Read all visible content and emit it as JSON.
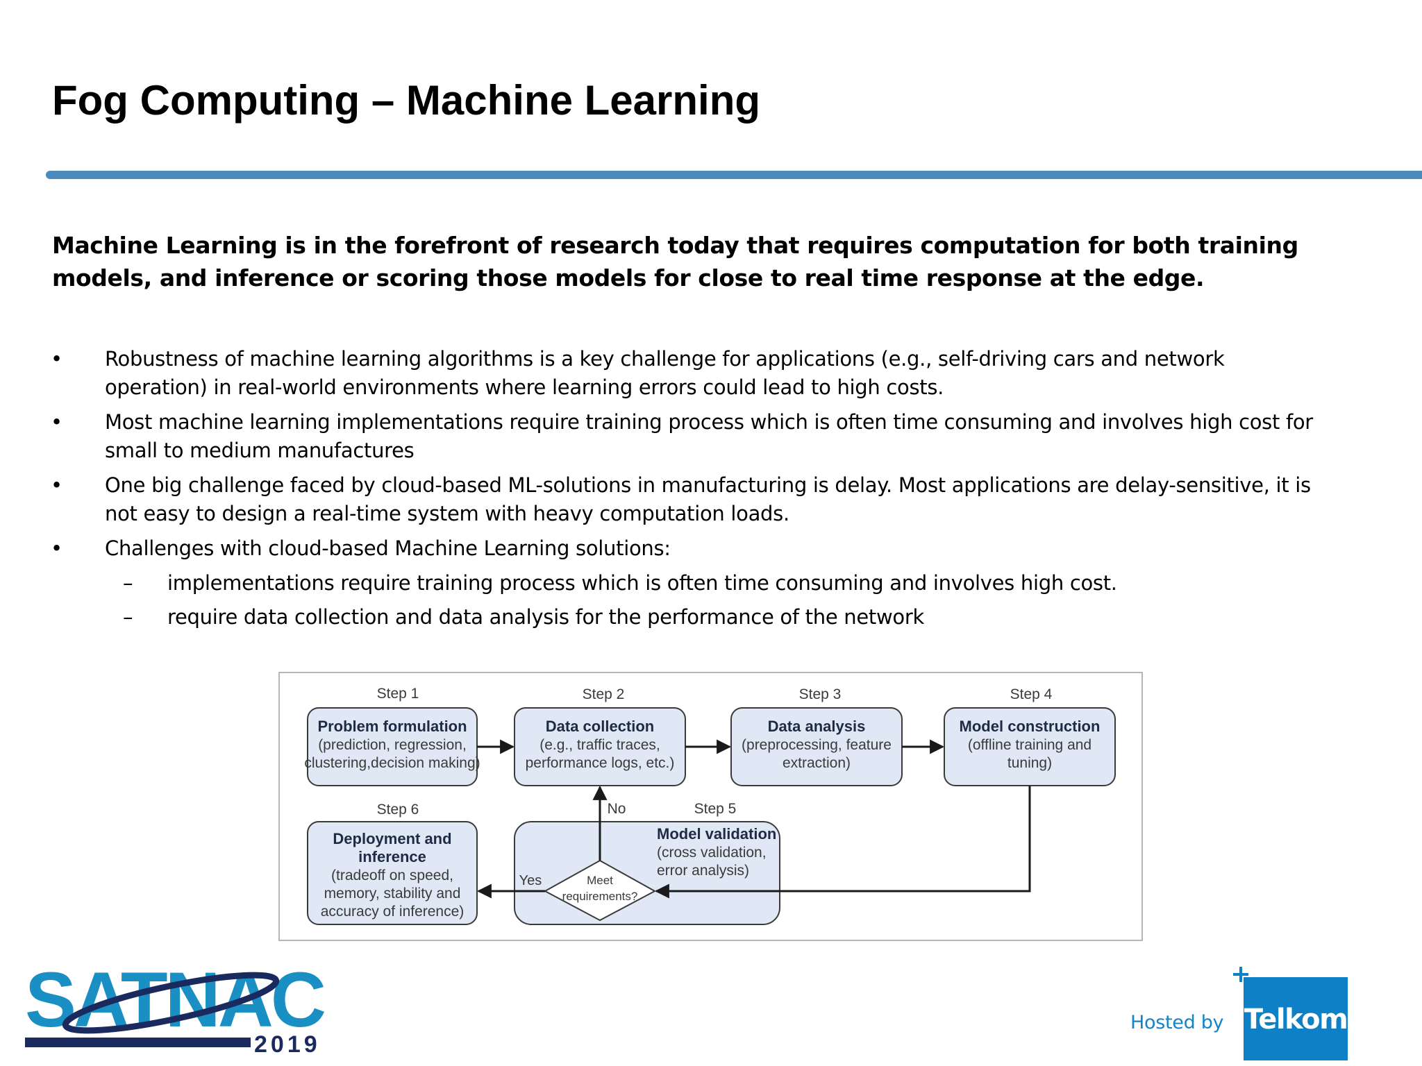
{
  "slide": {
    "title": "Fog Computing – Machine Learning",
    "intro": "Machine Learning is in the forefront of research today that requires computation for both training models, and inference or scoring those models for close to real time response at the edge.",
    "bullets": [
      {
        "marker": "•",
        "text": "Robustness of machine learning algorithms is a key challenge for applications (e.g., self-driving cars and network operation) in real-world environments where learning errors could lead to high costs."
      },
      {
        "marker": "•",
        "text": "Most machine learning implementations require training process which is often time consuming and involves high cost for small to medium manufactures"
      },
      {
        "marker": "•",
        "text": "One big challenge faced by cloud-based ML-solutions in manufacturing is delay. Most applications are delay-sensitive, it is not easy to design a real-time system with heavy computation loads."
      },
      {
        "marker": "•",
        "text": "Challenges with cloud-based Machine Learning solutions:"
      }
    ],
    "sub_bullets": [
      {
        "marker": "–",
        "text": "implementations require training process which is often time consuming and involves high cost."
      },
      {
        "marker": "–",
        "text": "require data collection and data analysis for the performance of the network"
      }
    ]
  },
  "diagram": {
    "steps": [
      {
        "step": "Step 1",
        "title": "Problem formulation",
        "lines": [
          "(prediction, regression,",
          "clustering,decision making)"
        ]
      },
      {
        "step": "Step 2",
        "title": "Data collection",
        "lines": [
          "(e.g., traffic traces,",
          "performance logs, etc.)"
        ]
      },
      {
        "step": "Step 3",
        "title": "Data analysis",
        "lines": [
          "(preprocessing, feature",
          "extraction)"
        ]
      },
      {
        "step": "Step 4",
        "title": "Model construction",
        "lines": [
          "(offline training and",
          "tuning)"
        ]
      },
      {
        "step": "Step  5",
        "title": "Model validation",
        "lines": [
          "(cross validation,",
          "error analysis)"
        ]
      },
      {
        "step": "Step 6",
        "title_lines": [
          "Deployment and",
          "inference"
        ],
        "lines": [
          "(tradeoff on speed,",
          "memory, stability and",
          "accuracy of inference)"
        ]
      }
    ],
    "decision": {
      "lines": [
        "Meet",
        "requirements?"
      ]
    },
    "yes_label": "Yes",
    "no_label": "No",
    "box_fill": "#dfe8f4",
    "stroke": "#3a3a3a"
  },
  "footer": {
    "logo_text": "SATNAC",
    "logo_year": "2019",
    "hosted_by": "Hosted by",
    "telkom": "Telkom",
    "telkom_color": "#0e80c6",
    "satnac_color": "#1a8fc4"
  }
}
